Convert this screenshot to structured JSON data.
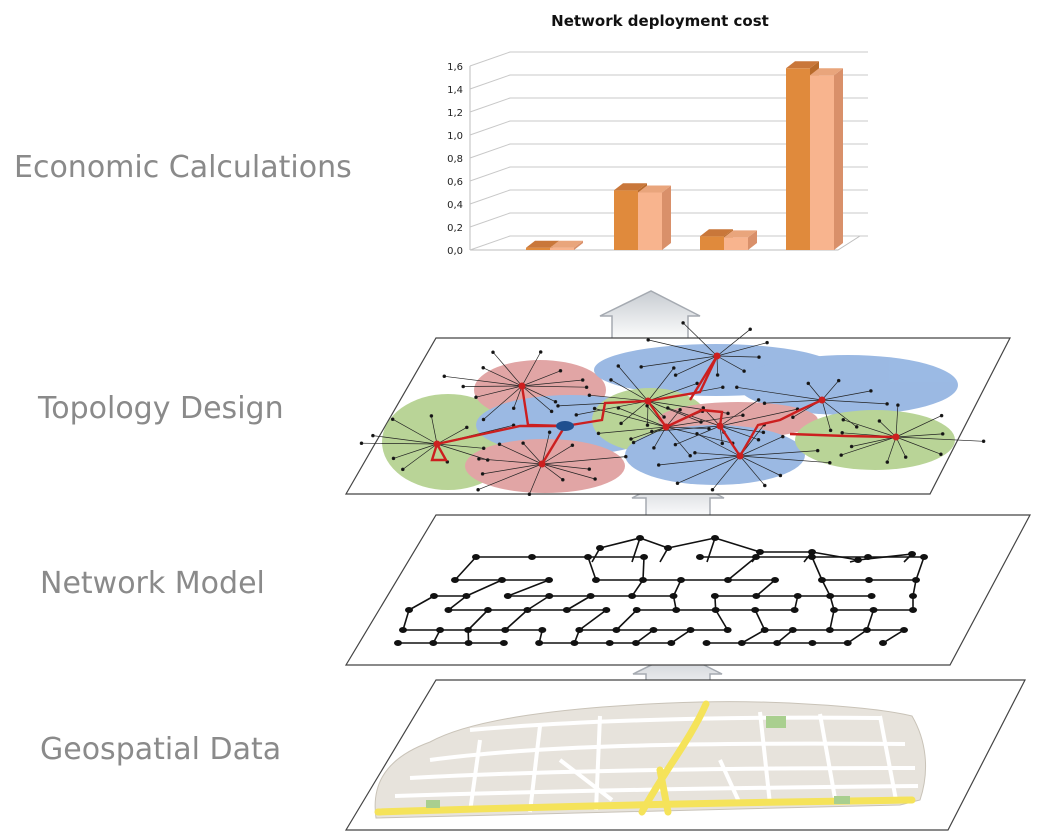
{
  "layers": [
    {
      "id": "economic",
      "label": "Economic Calculations"
    },
    {
      "id": "topology",
      "label": "Topology Design"
    },
    {
      "id": "network",
      "label": "Network Model"
    },
    {
      "id": "geospatial",
      "label": "Geospatial Data"
    }
  ],
  "colors": {
    "series_dark": "#e08a3c",
    "series_light": "#f8b48e",
    "ellipse_red": "#d98c8c",
    "ellipse_blue": "#7fa6dc",
    "ellipse_green": "#a6c97a",
    "topology_link": "#cc1f1f",
    "central_node": "#1f4f8f",
    "map_road_major": "#f5e35a",
    "map_background": "#e7e3dc"
  },
  "icons": [
    "up-arrow-icon",
    "up-arrow-icon",
    "up-arrow-icon"
  ],
  "chart_data": {
    "type": "bar",
    "title": "Network deployment cost",
    "categories": [
      "",
      "",
      "",
      ""
    ],
    "series": [
      {
        "values": [
          0.02,
          0.52,
          0.12,
          1.58
        ]
      },
      {
        "values": [
          0.02,
          0.5,
          0.11,
          1.52
        ]
      }
    ],
    "ylim": [
      0,
      1.6
    ],
    "yticks": [
      "0,0",
      "0,2",
      "0,4",
      "0,6",
      "0,8",
      "1,0",
      "1,2",
      "1,4",
      "1,6"
    ],
    "grid": true
  }
}
